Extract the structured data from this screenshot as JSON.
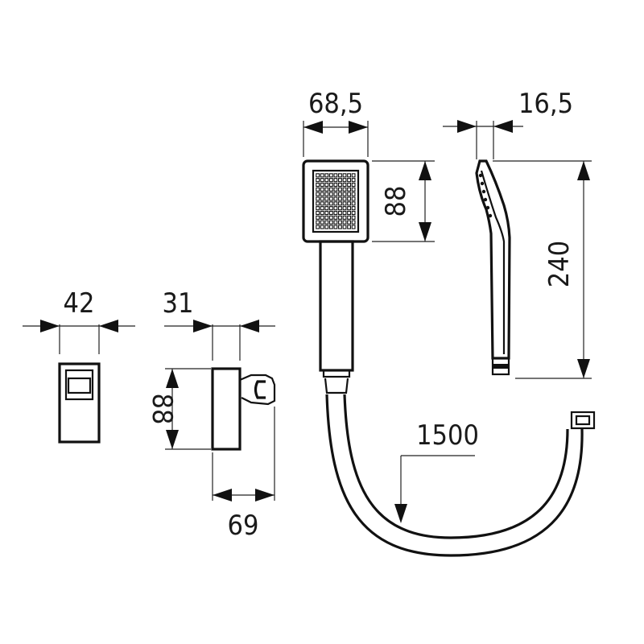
{
  "dimensions": {
    "holder_width": "42",
    "holder_depth": "31",
    "holder_height": "88",
    "holder_projection": "69",
    "head_width": "68,5",
    "head_height": "88",
    "handle_thickness": "16,5",
    "handle_length": "240",
    "hose_length": "1500"
  },
  "colors": {
    "line": "#111111",
    "background": "#ffffff"
  }
}
